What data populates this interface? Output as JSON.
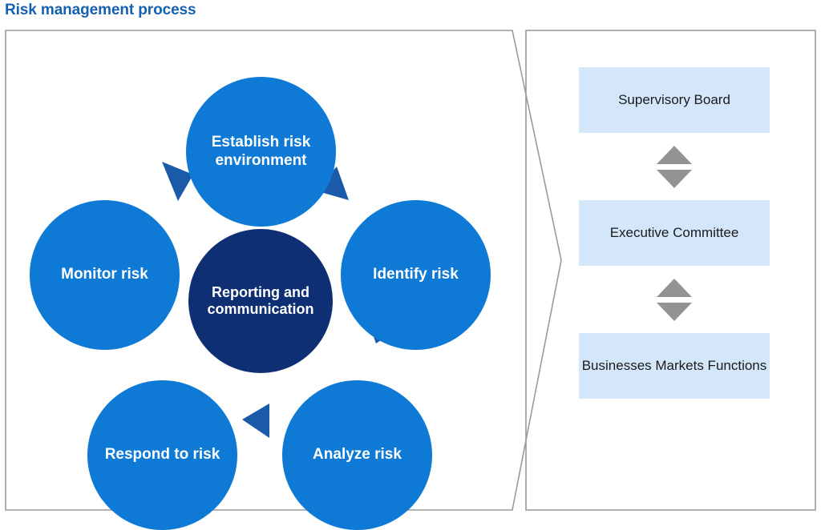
{
  "page": {
    "title": "Risk management process",
    "title_color": "#1660b0",
    "background": "#ffffff"
  },
  "colors": {
    "node_blue": "#0e7ad6",
    "center_navy": "#0e2f73",
    "arrow_blue": "#1b5aa8",
    "gov_box_fill": "#d3e6fa",
    "gov_arrow_gray": "#939393",
    "panel_border": "#9a9a9a"
  },
  "process": {
    "panel_name": "risk-process-panel",
    "center": {
      "id": "reporting-communication",
      "label": "Reporting and communication"
    },
    "nodes": [
      {
        "id": "establish-risk-environment",
        "label": "Establish risk environment",
        "position": "top"
      },
      {
        "id": "identify-risk",
        "label": "Identify risk",
        "position": "right"
      },
      {
        "id": "analyze-risk",
        "label": "Analyze risk",
        "position": "bottom-right"
      },
      {
        "id": "respond-to-risk",
        "label": "Respond to risk",
        "position": "bottom-left"
      },
      {
        "id": "monitor-risk",
        "label": "Monitor risk",
        "position": "left"
      }
    ],
    "flow_arrows": [
      {
        "id": "arrow-monitor-to-establish",
        "direction": "down-right"
      },
      {
        "id": "arrow-establish-to-identify",
        "direction": "up-right"
      },
      {
        "id": "arrow-identify-to-analyze",
        "direction": "down-right"
      },
      {
        "id": "arrow-analyze-to-respond",
        "direction": "left"
      },
      {
        "id": "arrow-respond-to-monitor",
        "direction": "up-right"
      }
    ]
  },
  "governance": {
    "panel_name": "governance-panel",
    "boxes": [
      {
        "id": "supervisory-board",
        "label": "Supervisory Board"
      },
      {
        "id": "executive-committee",
        "label": "Executive Committee"
      },
      {
        "id": "businesses-markets-functions",
        "label": "Businesses Markets Functions"
      }
    ],
    "connectors": [
      {
        "id": "connector-board-to-committee",
        "glyphs": "up-down-triangles"
      },
      {
        "id": "connector-committee-to-businesses",
        "glyphs": "up-down-triangles"
      }
    ]
  }
}
